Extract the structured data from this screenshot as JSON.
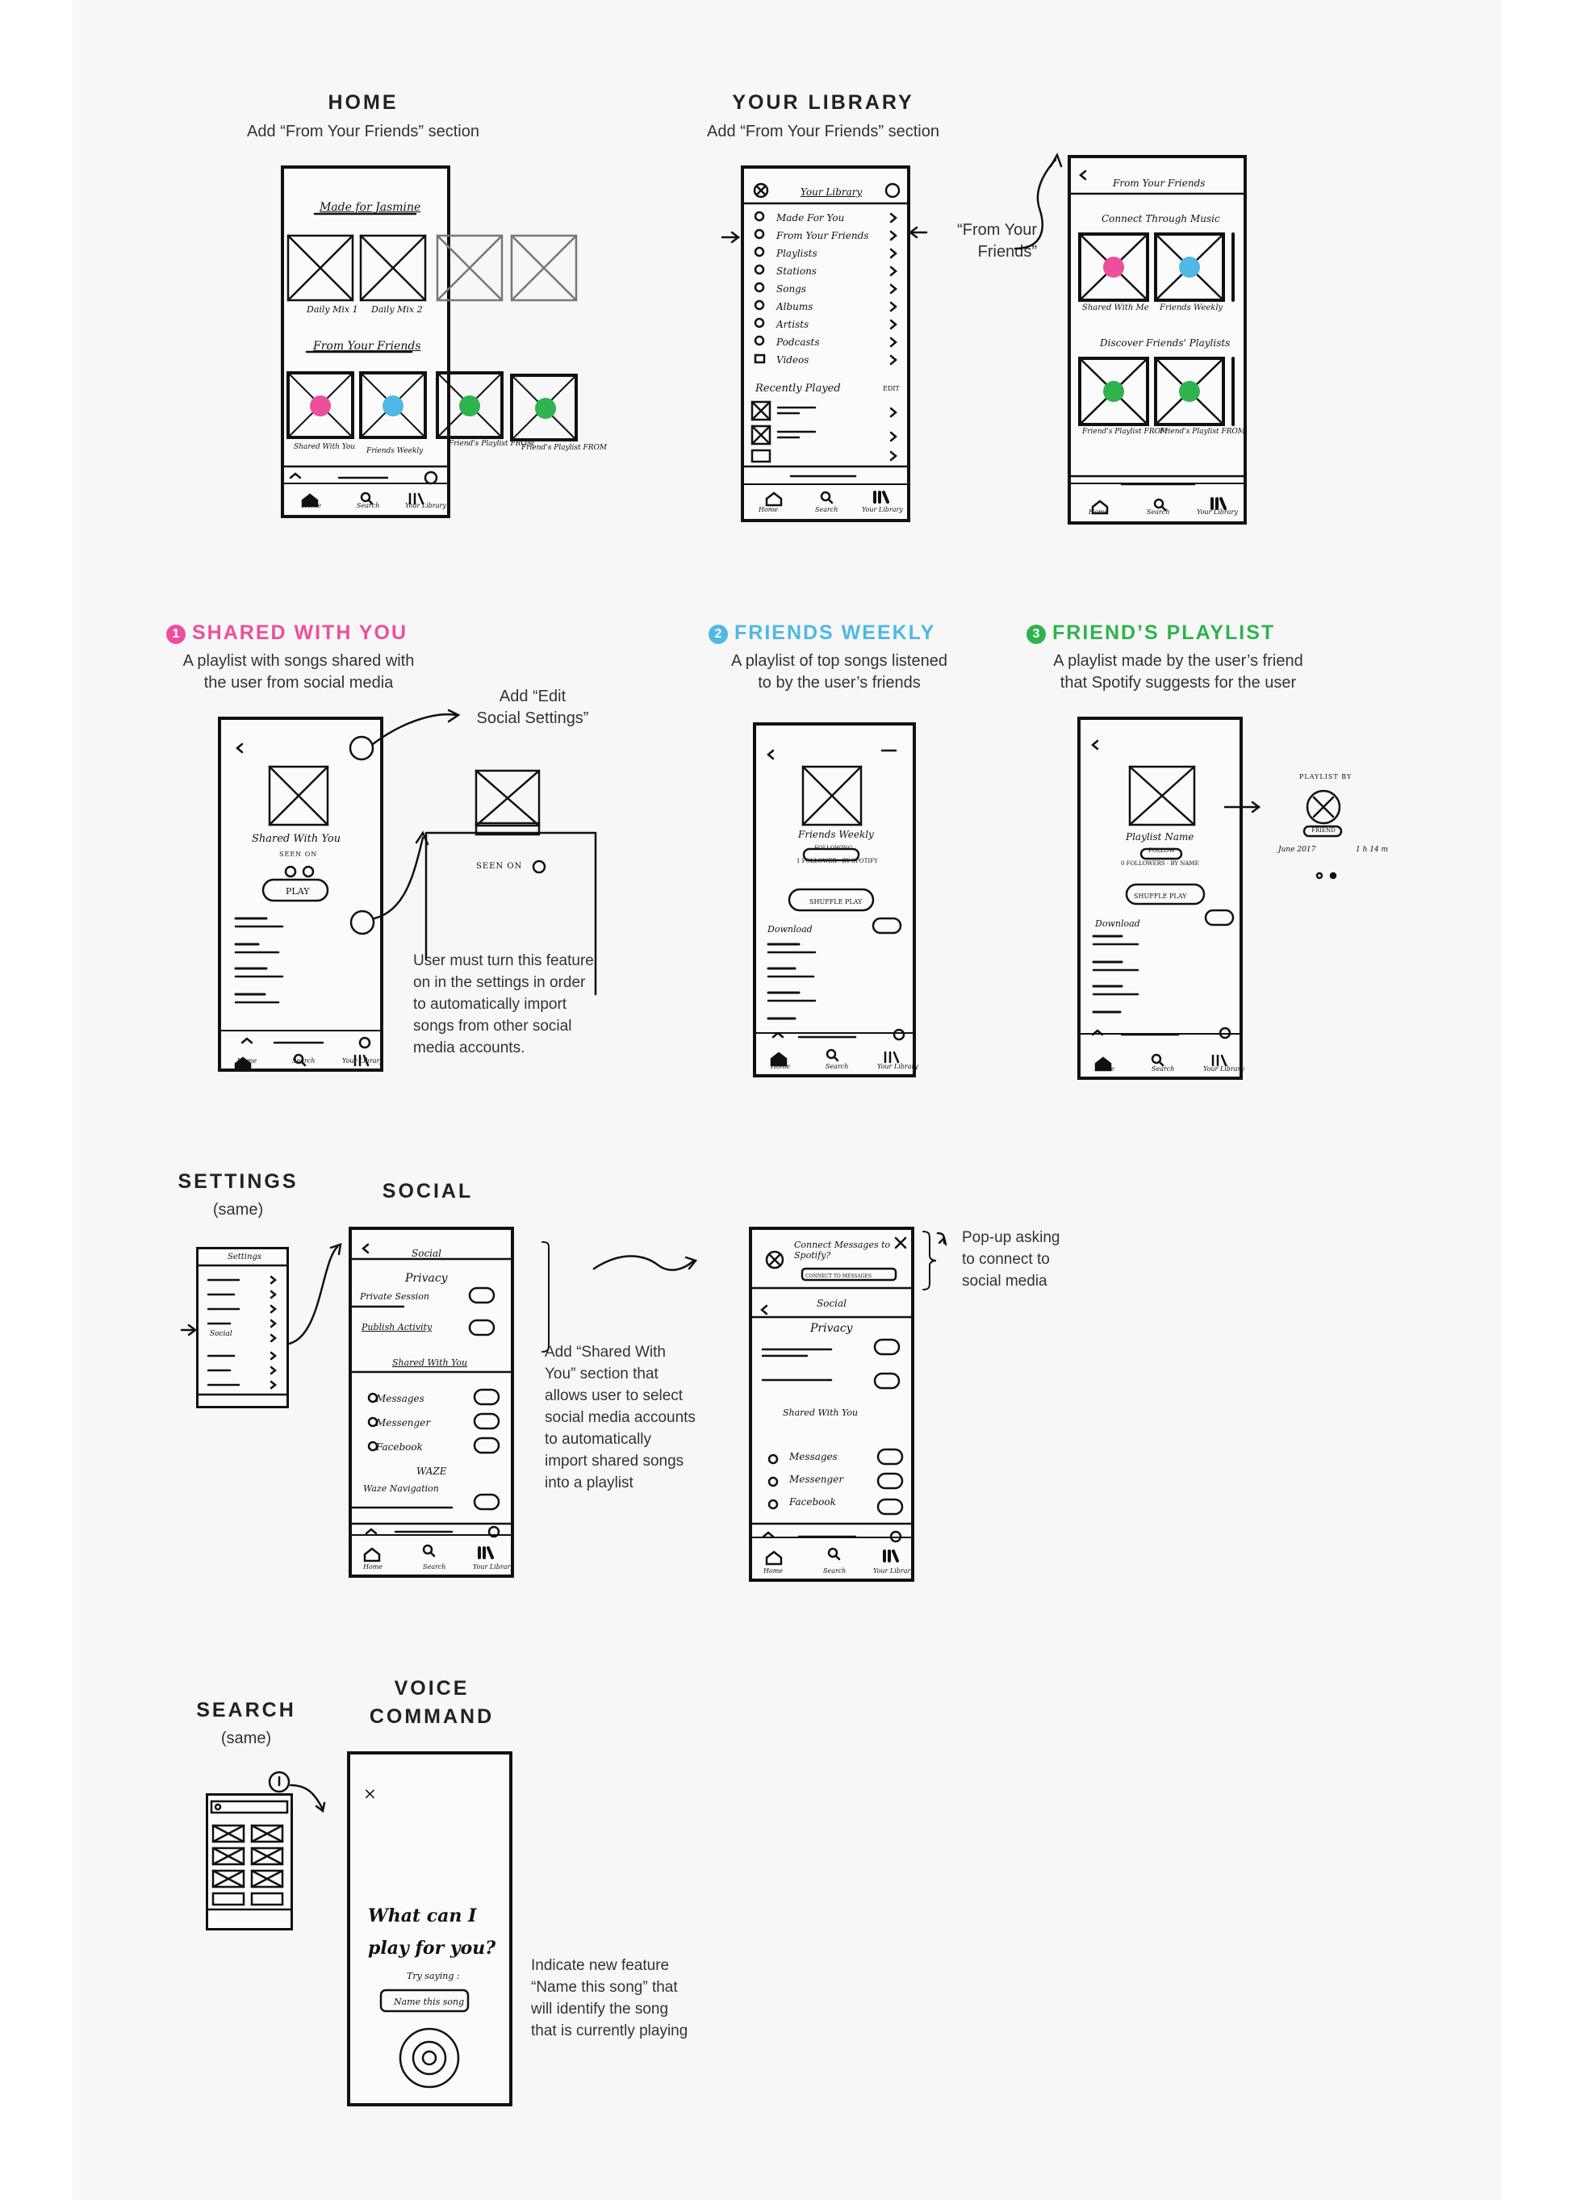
{
  "sections": {
    "home": {
      "title": "HOME",
      "subtitle": "Add “From Your Friends” section"
    },
    "library": {
      "title": "YOUR LIBRARY",
      "subtitle": "Add “From Your Friends” section",
      "callout": "“From Your\nFriends”"
    },
    "shared": {
      "num": "1",
      "title": "SHARED WITH YOU",
      "subtitle": "A playlist with songs shared with\nthe user from social media",
      "callout": "Add “Edit\nSocial Settings”",
      "note": "User must turn this feature\non in the settings in order\nto automatically import\nsongs from other social\nmedia accounts."
    },
    "weekly": {
      "num": "2",
      "title": "FRIENDS WEEKLY",
      "subtitle": "A playlist of top songs listened\nto by the user’s friends"
    },
    "friend_playlist": {
      "num": "3",
      "title": "FRIEND’S PLAYLIST",
      "subtitle": "A playlist made by the user’s friend\nthat Spotify suggests for the user"
    },
    "settings": {
      "title": "SETTINGS",
      "subtitle": "(same)"
    },
    "social": {
      "title": "SOCIAL",
      "note": "Add “Shared With\nYou” section that\nallows user to select\nsocial media accounts\nto automatically\nimport shared songs\ninto a playlist"
    },
    "popup": {
      "note": "Pop-up asking\nto connect to\nsocial media"
    },
    "search": {
      "title": "SEARCH",
      "subtitle": "(same)"
    },
    "voice": {
      "title": "VOICE\nCOMMAND",
      "note": "Indicate new feature\n“Name this song” that\nwill identify the song\nthat is currently playing"
    }
  },
  "colors": {
    "pink": "#ee4f9c",
    "blue": "#4fb8e4",
    "green": "#2fb34f",
    "ink": "#111111"
  },
  "sketch": {
    "home": {
      "header": "Made for Jasmine",
      "tile1": "Daily Mix 1",
      "tile2": "Daily Mix 2",
      "friends": "From Your Friends",
      "cap1": "Shared With You",
      "cap2": "Friends Weekly",
      "cap3": "Friend's Playlist FROM",
      "cap4": "Friend's Playlist FROM",
      "nav": [
        "Home",
        "Search",
        "Your Library"
      ]
    },
    "library": {
      "header": "Your Library",
      "items": [
        "Made For You",
        "From Your Friends",
        "Playlists",
        "Stations",
        "Songs",
        "Albums",
        "Artists",
        "Podcasts",
        "Videos"
      ],
      "recent": "Recently Played",
      "edit": "EDIT",
      "nav": [
        "Home",
        "Search",
        "Your Library"
      ]
    },
    "friends_screen": {
      "header": "From Your Friends",
      "row1": "Connect Through Music",
      "cap1": "Shared With Me",
      "cap2": "Friends Weekly",
      "row2": "Discover Friends' Playlists",
      "cap3": "Friend's Playlist FROM",
      "cap4": "Friend's Playlist FROM",
      "nav": [
        "Home",
        "Search",
        "Your Library"
      ]
    },
    "shared": {
      "title": "Shared With You",
      "seen": "SEEN ON",
      "play": "PLAY",
      "seen2": "SEEN ON",
      "nav": [
        "Home",
        "Search",
        "Your Library"
      ]
    },
    "weekly": {
      "title": "Friends Weekly",
      "follow": "FOLLOWING",
      "meta": "1 FOLLOWER · BY SPOTIFY",
      "shuffle": "SHUFFLE PLAY",
      "download": "Download",
      "nav": [
        "Home",
        "Search",
        "Your Library"
      ]
    },
    "friend": {
      "title": "Playlist Name",
      "follow": "FOLLOW",
      "meta": "0 FOLLOWERS · BY NAME",
      "shuffle": "SHUFFLE PLAY",
      "download": "Download",
      "playlist_by": "PLAYLIST BY",
      "friend": "FRIEND",
      "date": "June 2017",
      "duration": "1 h 14 m",
      "nav": [
        "Home",
        "Search",
        "Your Library"
      ]
    },
    "settings": {
      "header": "Settings",
      "social": "Social"
    },
    "social": {
      "header": "Social",
      "privacy": "Privacy",
      "private": "Private Session",
      "publish": "Publish Activity",
      "shared": "Shared With You",
      "accounts": [
        "Messages",
        "Messenger",
        "Facebook"
      ],
      "waze": "WAZE",
      "waze_nav": "Waze Navigation",
      "nav": [
        "Home",
        "Search",
        "Your Library"
      ]
    },
    "popup": {
      "title": "Connect Messages to Spotify?",
      "button": "CONNECT TO MESSAGES",
      "header": "Social",
      "privacy": "Privacy",
      "shared": "Shared With You",
      "accounts": [
        "Messages",
        "Messenger",
        "Facebook"
      ],
      "nav": [
        "Home",
        "Search",
        "Your Library"
      ]
    },
    "voice": {
      "close": "×",
      "prompt": "What can I\nplay for you?",
      "try": "Try saying :",
      "suggestion": "Name this song"
    }
  }
}
